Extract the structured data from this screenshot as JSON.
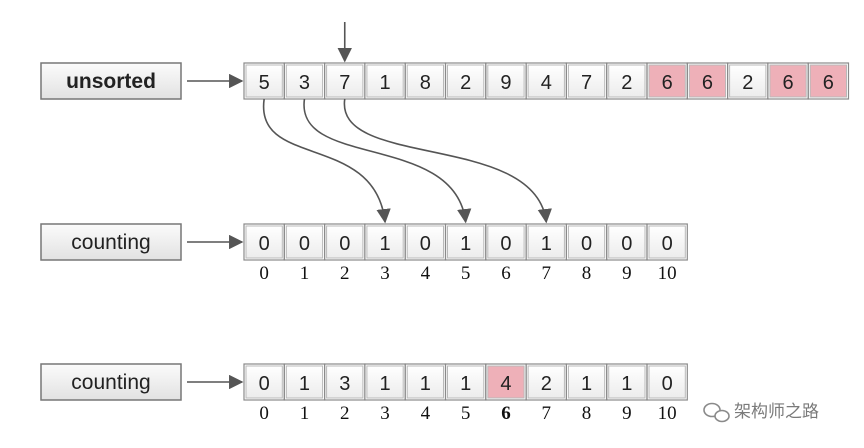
{
  "rows": [
    {
      "label": "unsorted",
      "label_bold": true,
      "cells": [
        {
          "v": "5",
          "hl": false
        },
        {
          "v": "3",
          "hl": false
        },
        {
          "v": "7",
          "hl": false
        },
        {
          "v": "1",
          "hl": false
        },
        {
          "v": "8",
          "hl": false
        },
        {
          "v": "2",
          "hl": false
        },
        {
          "v": "9",
          "hl": false
        },
        {
          "v": "4",
          "hl": false
        },
        {
          "v": "7",
          "hl": false
        },
        {
          "v": "2",
          "hl": false
        },
        {
          "v": "6",
          "hl": true
        },
        {
          "v": "6",
          "hl": true
        },
        {
          "v": "2",
          "hl": false
        },
        {
          "v": "6",
          "hl": true
        },
        {
          "v": "6",
          "hl": true
        }
      ],
      "indices": []
    },
    {
      "label": "counting",
      "label_bold": false,
      "cells": [
        {
          "v": "0",
          "hl": false
        },
        {
          "v": "0",
          "hl": false
        },
        {
          "v": "0",
          "hl": false
        },
        {
          "v": "1",
          "hl": false
        },
        {
          "v": "0",
          "hl": false
        },
        {
          "v": "1",
          "hl": false
        },
        {
          "v": "0",
          "hl": false
        },
        {
          "v": "1",
          "hl": false
        },
        {
          "v": "0",
          "hl": false
        },
        {
          "v": "0",
          "hl": false
        },
        {
          "v": "0",
          "hl": false
        }
      ],
      "indices": [
        "0",
        "1",
        "2",
        "3",
        "4",
        "5",
        "6",
        "7",
        "8",
        "9",
        "10"
      ],
      "bold_index": null
    },
    {
      "label": "counting",
      "label_bold": false,
      "cells": [
        {
          "v": "0",
          "hl": false
        },
        {
          "v": "1",
          "hl": false
        },
        {
          "v": "3",
          "hl": false
        },
        {
          "v": "1",
          "hl": false
        },
        {
          "v": "1",
          "hl": false
        },
        {
          "v": "1",
          "hl": false
        },
        {
          "v": "4",
          "hl": true
        },
        {
          "v": "2",
          "hl": false
        },
        {
          "v": "1",
          "hl": false
        },
        {
          "v": "1",
          "hl": false
        },
        {
          "v": "0",
          "hl": false
        }
      ],
      "indices": [
        "0",
        "1",
        "2",
        "3",
        "4",
        "5",
        "6",
        "7",
        "8",
        "9",
        "10"
      ],
      "bold_index": 6
    }
  ],
  "mappings": [
    {
      "from_cell": 0,
      "to_cell": 3
    },
    {
      "from_cell": 1,
      "to_cell": 5
    },
    {
      "from_cell": 2,
      "to_cell": 7
    }
  ],
  "pointer_cell": 2,
  "watermark": "架构师之路",
  "colors": {
    "cell_fill": "#f2f2f2",
    "cell_border": "#8a8a8a",
    "highlight_fill": "#eeb0b8",
    "label_fill": "#efefef",
    "arrow": "#555555"
  }
}
